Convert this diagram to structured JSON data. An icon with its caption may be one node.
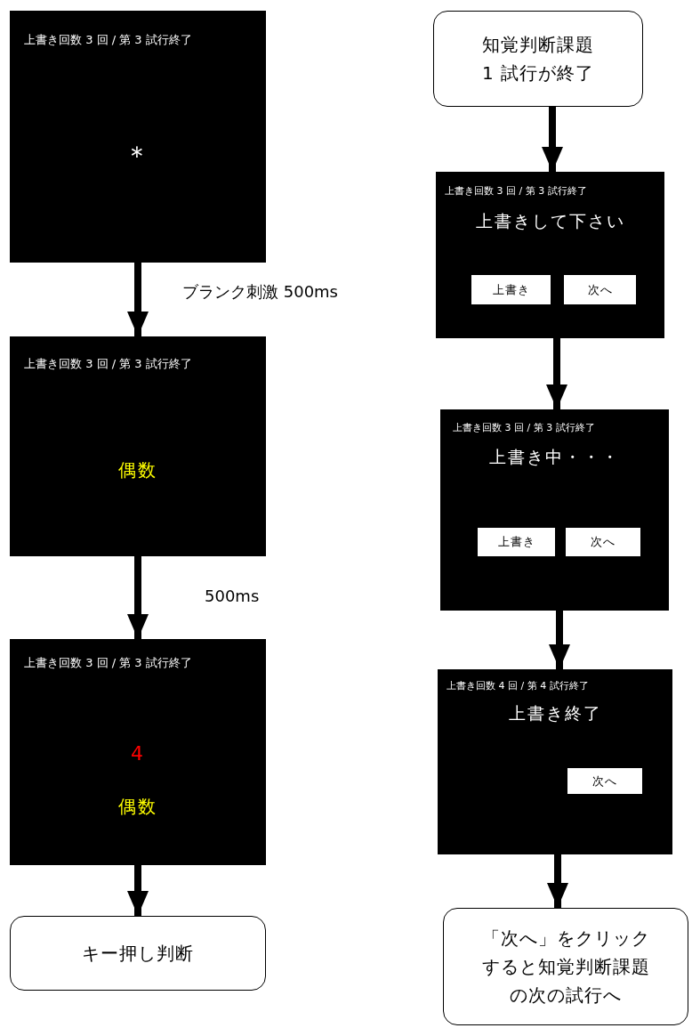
{
  "diagram": {
    "nodes": [
      {
        "text": [
          "上書き回数 3 回 / 第 3 試行終了",
          "＊"
        ]
      },
      {
        "text": [
          "上書き回数 3 回 / 第 3 試行終了",
          "偶数"
        ]
      },
      {
        "text": [
          "上書き回数 3 回 / 第 3 試行終了",
          "4",
          "偶数"
        ]
      },
      {
        "text": [
          "キー押し判断"
        ]
      },
      {
        "text": [
          "知覚判断課題 1 試行が終了"
        ]
      },
      {
        "text": [
          "上書き回数 3 回 / 第 3 試行終了",
          "上書きして下さい"
        ]
      },
      {
        "text": [
          "上書き"
        ],
        "in": 5
      },
      {
        "text": [
          "次へ"
        ],
        "in": 5
      },
      {
        "text": [
          "上書き回数 3 回 / 第 3 試行終了",
          "上書き中・・・"
        ]
      },
      {
        "text": [
          "上書き"
        ],
        "in": 8
      },
      {
        "text": [
          "次へ"
        ],
        "in": 8
      },
      {
        "text": [
          "上書き回数 4 回 / 第 4 試行終了",
          "上書き終了"
        ]
      },
      {
        "text": [
          "次へ"
        ],
        "in": 11
      },
      {
        "text": [
          "「次へ」をクリックすると知覚判断課題の次の試行へ"
        ]
      }
    ],
    "edges": [
      {
        "from": 0,
        "to": 1,
        "arrow": "to",
        "label": "ブランク刺激 500ms"
      },
      {
        "from": 1,
        "to": 2,
        "arrow": "to",
        "label": "500ms"
      },
      {
        "from": 2,
        "to": 3,
        "arrow": "to"
      },
      {
        "from": 4,
        "to": 5,
        "arrow": "to"
      },
      {
        "from": 5,
        "to": 8,
        "arrow": "to"
      },
      {
        "from": 8,
        "to": 11,
        "arrow": "to"
      },
      {
        "from": 11,
        "to": 13,
        "arrow": "to"
      }
    ]
  }
}
